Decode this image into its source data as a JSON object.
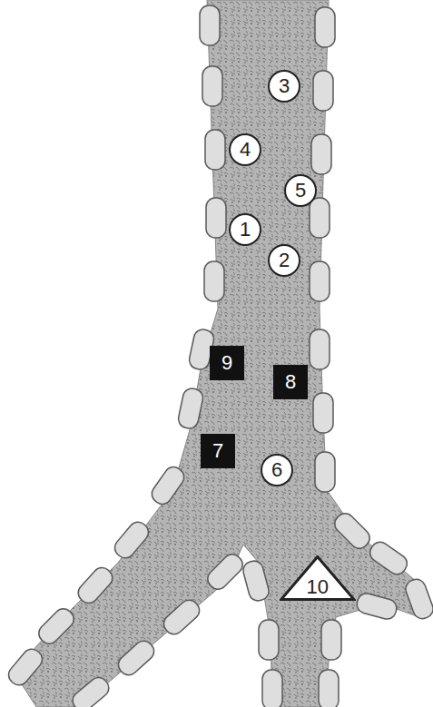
{
  "diagram": {
    "nodes": [
      {
        "text": [
          "3"
        ]
      },
      {
        "text": [
          "4"
        ]
      },
      {
        "text": [
          "5"
        ]
      },
      {
        "text": [
          "1"
        ]
      },
      {
        "text": [
          "2"
        ]
      },
      {
        "text": [
          "9"
        ]
      },
      {
        "text": [
          "8"
        ]
      },
      {
        "text": [
          "7"
        ]
      },
      {
        "text": [
          "6"
        ]
      },
      {
        "text": [
          "10"
        ]
      }
    ]
  }
}
